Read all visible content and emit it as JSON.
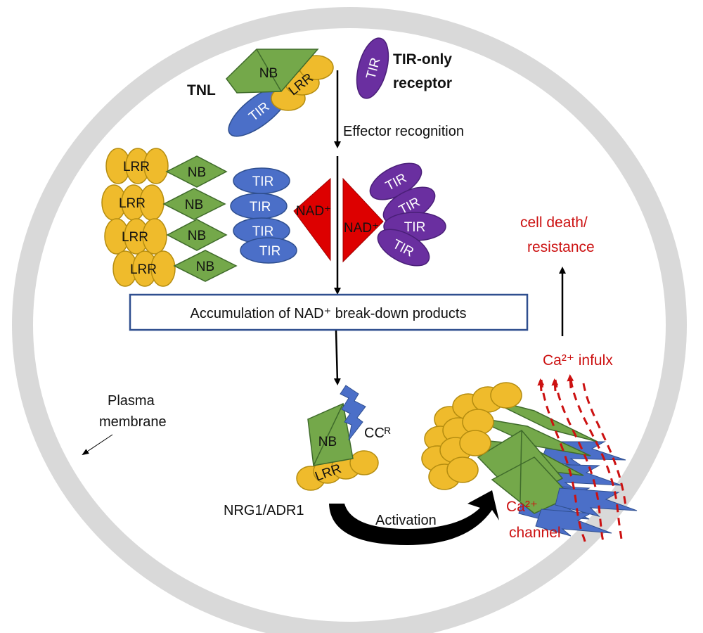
{
  "labels": {
    "tnl": "TNL",
    "tir_only_line1": "TIR-only",
    "tir_only_line2": "receptor",
    "effector_recognition": "Effector recognition",
    "accumulation_box": "Accumulation of NAD⁺ break-down products",
    "plasma_line1": "Plasma",
    "plasma_line2": "membrane",
    "nrg1_adr1": "NRG1/ADR1",
    "activation": "Activation",
    "cell_death_line1": "cell death/",
    "cell_death_line2": "resistance",
    "ca_influx": "Ca²⁺ infulx",
    "ca_channel_line1": "Ca²⁺",
    "ca_channel_line2": "channel"
  },
  "domains": {
    "nb": "NB",
    "lrr": "LRR",
    "tir": "TIR",
    "nad": "NAD⁺",
    "cc_r": "CCᴿ"
  },
  "colors": {
    "lrr": "#efbb2c",
    "nb": "#74a84a",
    "tir_tnl": "#4b6fc8",
    "tir_only": "#6a2fa0",
    "nad": "#dd0000",
    "ca_red": "#cc1111",
    "membrane": "#d9d9d9",
    "box_border": "#2f4f8f"
  }
}
